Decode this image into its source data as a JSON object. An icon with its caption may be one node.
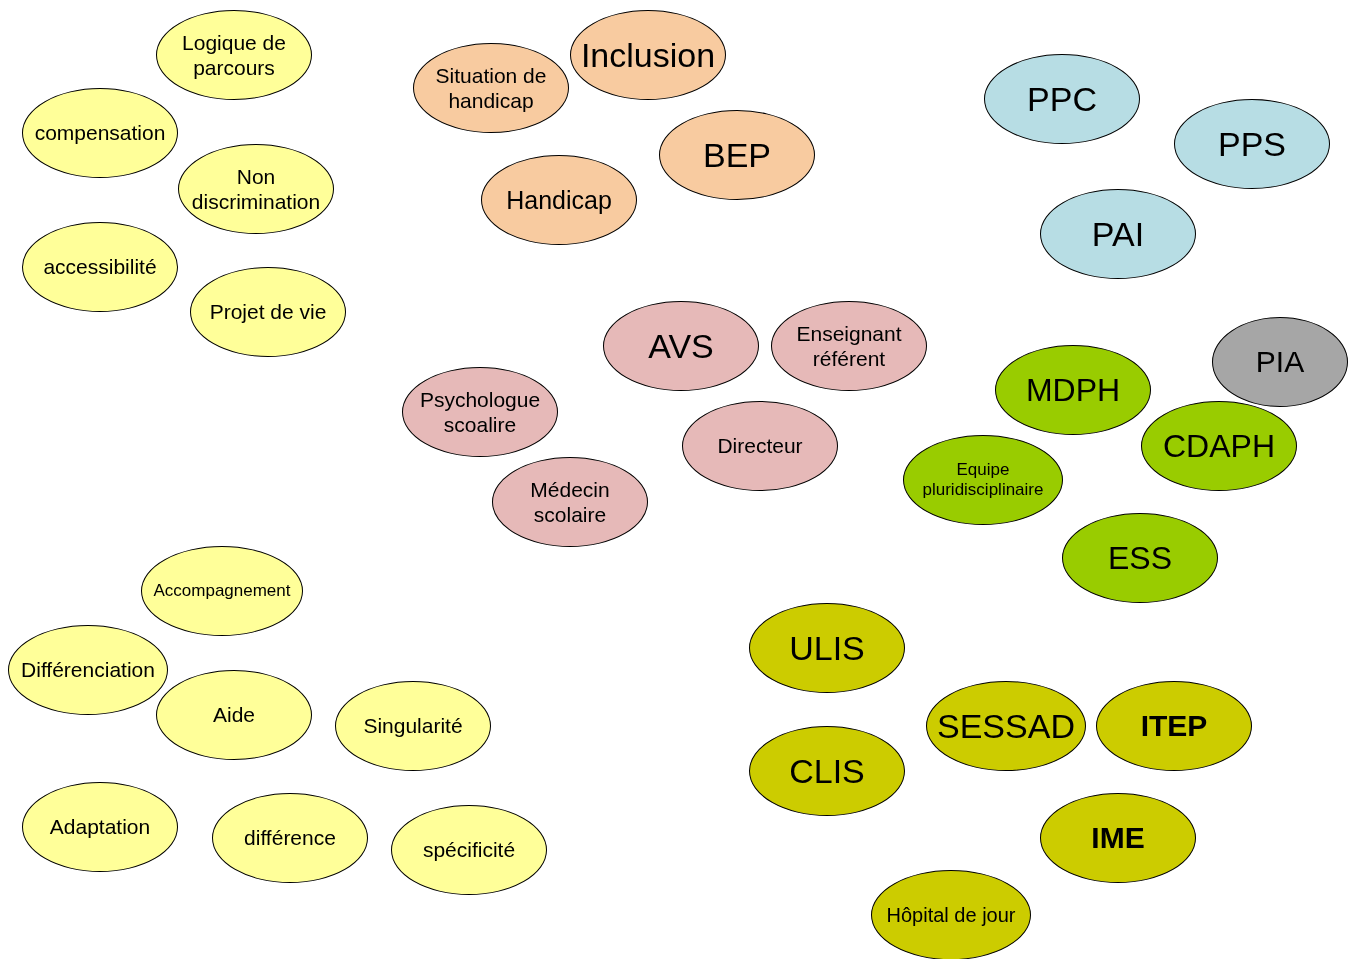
{
  "diagram": {
    "nodes": [
      {
        "text": [
          "Logique de parcours"
        ]
      },
      {
        "text": [
          "compensation"
        ]
      },
      {
        "text": [
          "Non discrimination"
        ]
      },
      {
        "text": [
          "accessibilité"
        ]
      },
      {
        "text": [
          "Projet de vie"
        ]
      },
      {
        "text": [
          "Situation de handicap"
        ]
      },
      {
        "text": [
          "Inclusion"
        ]
      },
      {
        "text": [
          "BEP"
        ]
      },
      {
        "text": [
          "Handicap"
        ]
      },
      {
        "text": [
          "PPC"
        ]
      },
      {
        "text": [
          "PPS"
        ]
      },
      {
        "text": [
          "PAI"
        ]
      },
      {
        "text": [
          "AVS"
        ]
      },
      {
        "text": [
          "Enseignant référent"
        ]
      },
      {
        "text": [
          "PIA"
        ]
      },
      {
        "text": [
          "MDPH"
        ]
      },
      {
        "text": [
          "Psychologue scoalire"
        ]
      },
      {
        "text": [
          "Directeur"
        ]
      },
      {
        "text": [
          "CDAPH"
        ]
      },
      {
        "text": [
          "Equipe pluridisciplinaire"
        ]
      },
      {
        "text": [
          "Médecin scolaire"
        ]
      },
      {
        "text": [
          "ESS"
        ]
      },
      {
        "text": [
          "Accompagnement"
        ]
      },
      {
        "text": [
          "ULIS"
        ]
      },
      {
        "text": [
          "Différenciation"
        ]
      },
      {
        "text": [
          "Aide"
        ]
      },
      {
        "text": [
          "Singularité"
        ]
      },
      {
        "text": [
          "SESSAD"
        ]
      },
      {
        "text": [
          "ITEP"
        ]
      },
      {
        "text": [
          "CLIS"
        ]
      },
      {
        "text": [
          "Adaptation"
        ]
      },
      {
        "text": [
          "différence"
        ]
      },
      {
        "text": [
          "IME"
        ]
      },
      {
        "text": [
          "spécificité"
        ]
      },
      {
        "text": [
          "Hôpital de jour"
        ]
      }
    ]
  }
}
